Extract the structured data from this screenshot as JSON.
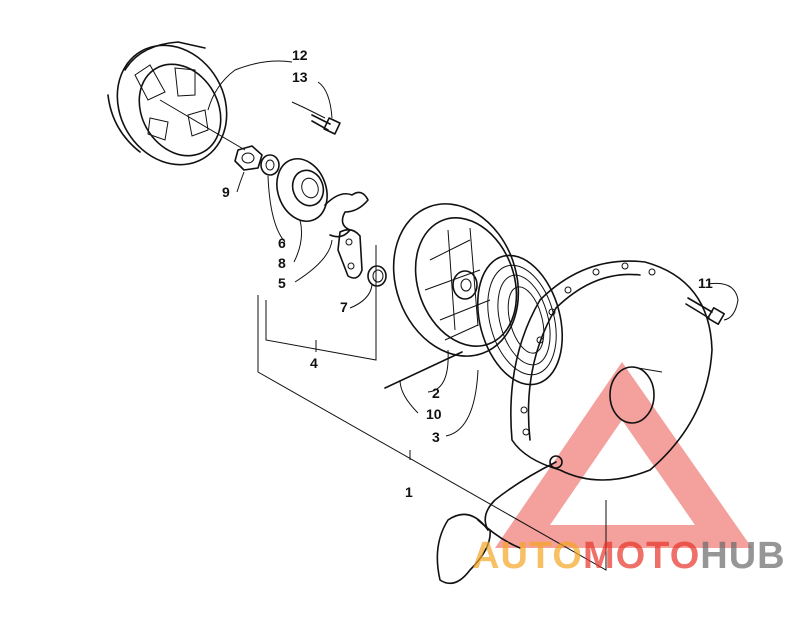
{
  "callouts": {
    "c1": "1",
    "c2": "2",
    "c3": "3",
    "c4": "4",
    "c5": "5",
    "c6": "6",
    "c7": "7",
    "c8": "8",
    "c9": "9",
    "c10": "10",
    "c11": "11",
    "c12": "12",
    "c13": "13"
  },
  "watermark": {
    "part1": "AUTO",
    "part2": "MOTO",
    "part3": "HUB",
    "colors": {
      "orange": "#f5a623",
      "red": "#e8342a",
      "gray": "#6b6b6b",
      "triangle": "#e8342a"
    }
  }
}
